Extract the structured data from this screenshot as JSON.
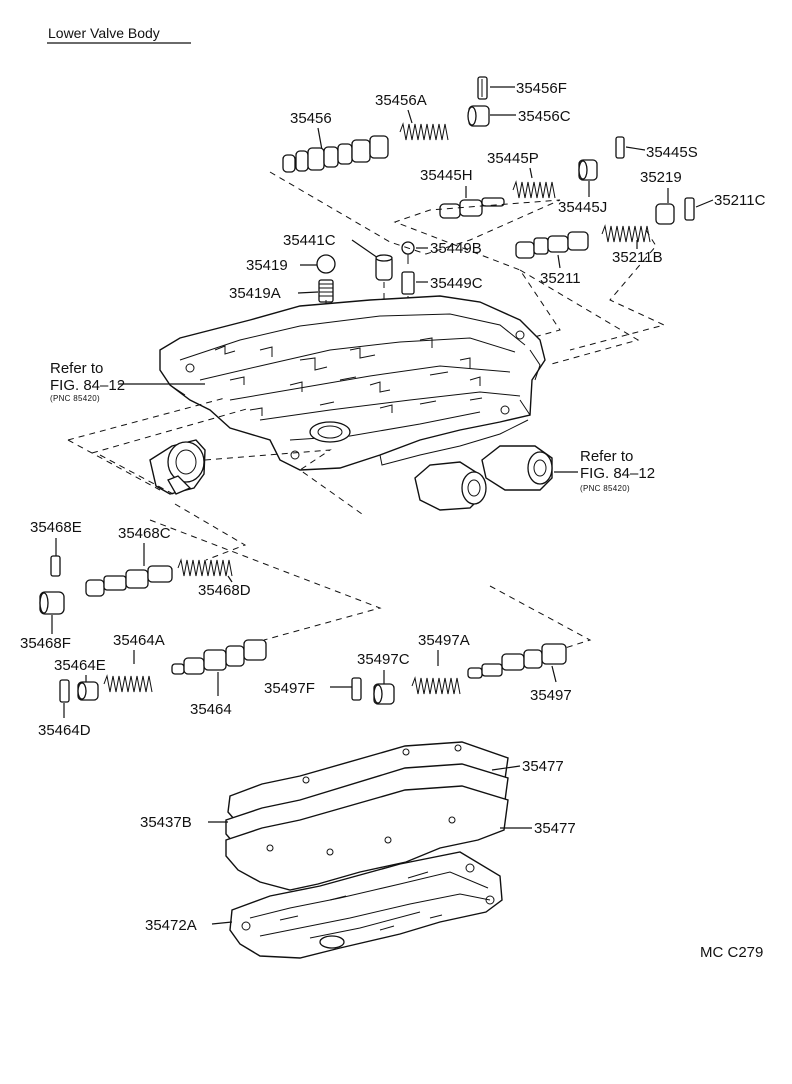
{
  "title": "Lower Valve Body",
  "code": "MC C279",
  "refs": {
    "left": {
      "line1": "Refer to",
      "line2": "FIG. 84–12",
      "line3": "(PNC 85420)"
    },
    "right": {
      "line1": "Refer to",
      "line2": "FIG. 84–12",
      "line3": "(PNC 85420)"
    }
  },
  "parts": {
    "p35456F": "35456F",
    "p35456": "35456",
    "p35456A": "35456A",
    "p35456C": "35456C",
    "p35445S": "35445S",
    "p35445P": "35445P",
    "p35445H": "35445H",
    "p35219": "35219",
    "p35445J": "35445J",
    "p35211C": "35211C",
    "p35441C": "35441C",
    "p35449B": "35449B",
    "p35211B": "35211B",
    "p35419": "35419",
    "p35449C": "35449C",
    "p35211": "35211",
    "p35419A": "35419A",
    "p35468E": "35468E",
    "p35468C": "35468C",
    "p35468D": "35468D",
    "p35468F": "35468F",
    "p35464A": "35464A",
    "p35497A": "35497A",
    "p35464E": "35464E",
    "p35497C": "35497C",
    "p35497F": "35497F",
    "p35497": "35497",
    "p35464": "35464",
    "p35464D": "35464D",
    "p35477a": "35477",
    "p35437B": "35437B",
    "p35477b": "35477",
    "p35472A": "35472A"
  }
}
